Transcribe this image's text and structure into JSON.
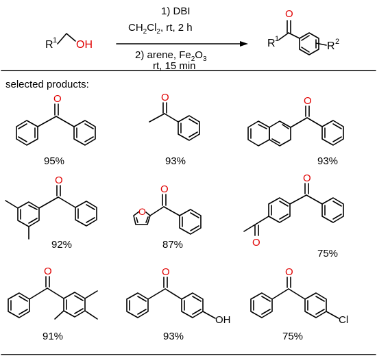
{
  "scheme": {
    "reactant": {
      "r_label": "R",
      "r_sup": "1",
      "oh_label": "OH"
    },
    "conditions": {
      "step1_a": "1) DBI",
      "step1_b_prefix": "CH",
      "step1_b_sub1": "2",
      "step1_b_mid": "Cl",
      "step1_b_sub2": "2",
      "step1_b_suffix": ", rt, 2 h",
      "step2_a_prefix": "2) arene, Fe",
      "step2_a_sub1": "2",
      "step2_a_mid": "O",
      "step2_a_sub2": "3",
      "step2_b": "rt, 15 min"
    },
    "product": {
      "o_label": "O",
      "r1_label": "R",
      "r1_sup": "1",
      "r2_label": "R",
      "r2_sup": "2"
    }
  },
  "section_label": "selected products:",
  "products": [
    {
      "yield": "95%",
      "o": "O"
    },
    {
      "yield": "93%",
      "o": "O"
    },
    {
      "yield": "93%",
      "o": "O"
    },
    {
      "yield": "92%",
      "o": "O"
    },
    {
      "yield": "87%",
      "o": "O",
      "ring_o": "O"
    },
    {
      "yield": "75%",
      "o": "O",
      "acetyl_o": "O"
    },
    {
      "yield": "91%",
      "o": "O"
    },
    {
      "yield": "93%",
      "o": "O",
      "sub": "OH"
    },
    {
      "yield": "75%",
      "o": "O",
      "sub": "Cl"
    }
  ],
  "colors": {
    "oxygen": "#e00000",
    "bond": "#000000"
  }
}
